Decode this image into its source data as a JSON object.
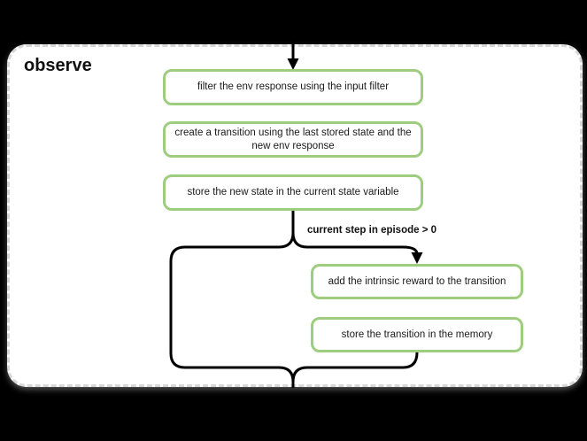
{
  "page": {
    "background_color": "#000000"
  },
  "panel": {
    "title": "observe",
    "background_color": "#ffffff",
    "border_color": "#d7d7d7",
    "border_style": "dashed"
  },
  "flow": {
    "node_border_color": "#9ecd80",
    "node_fill_color": "#ffffff",
    "connector_color": "#000000",
    "main_nodes": [
      {
        "label": "filter the env response using the input filter"
      },
      {
        "label": "create a transition using the last stored state and the\nnew env response"
      },
      {
        "label": "store the new state in the current state variable"
      }
    ],
    "branch": {
      "condition_label": "current step in episode > 0",
      "nodes": [
        {
          "label": "add the intrinsic reward to the transition"
        },
        {
          "label": "store the transition in the memory"
        }
      ]
    }
  }
}
